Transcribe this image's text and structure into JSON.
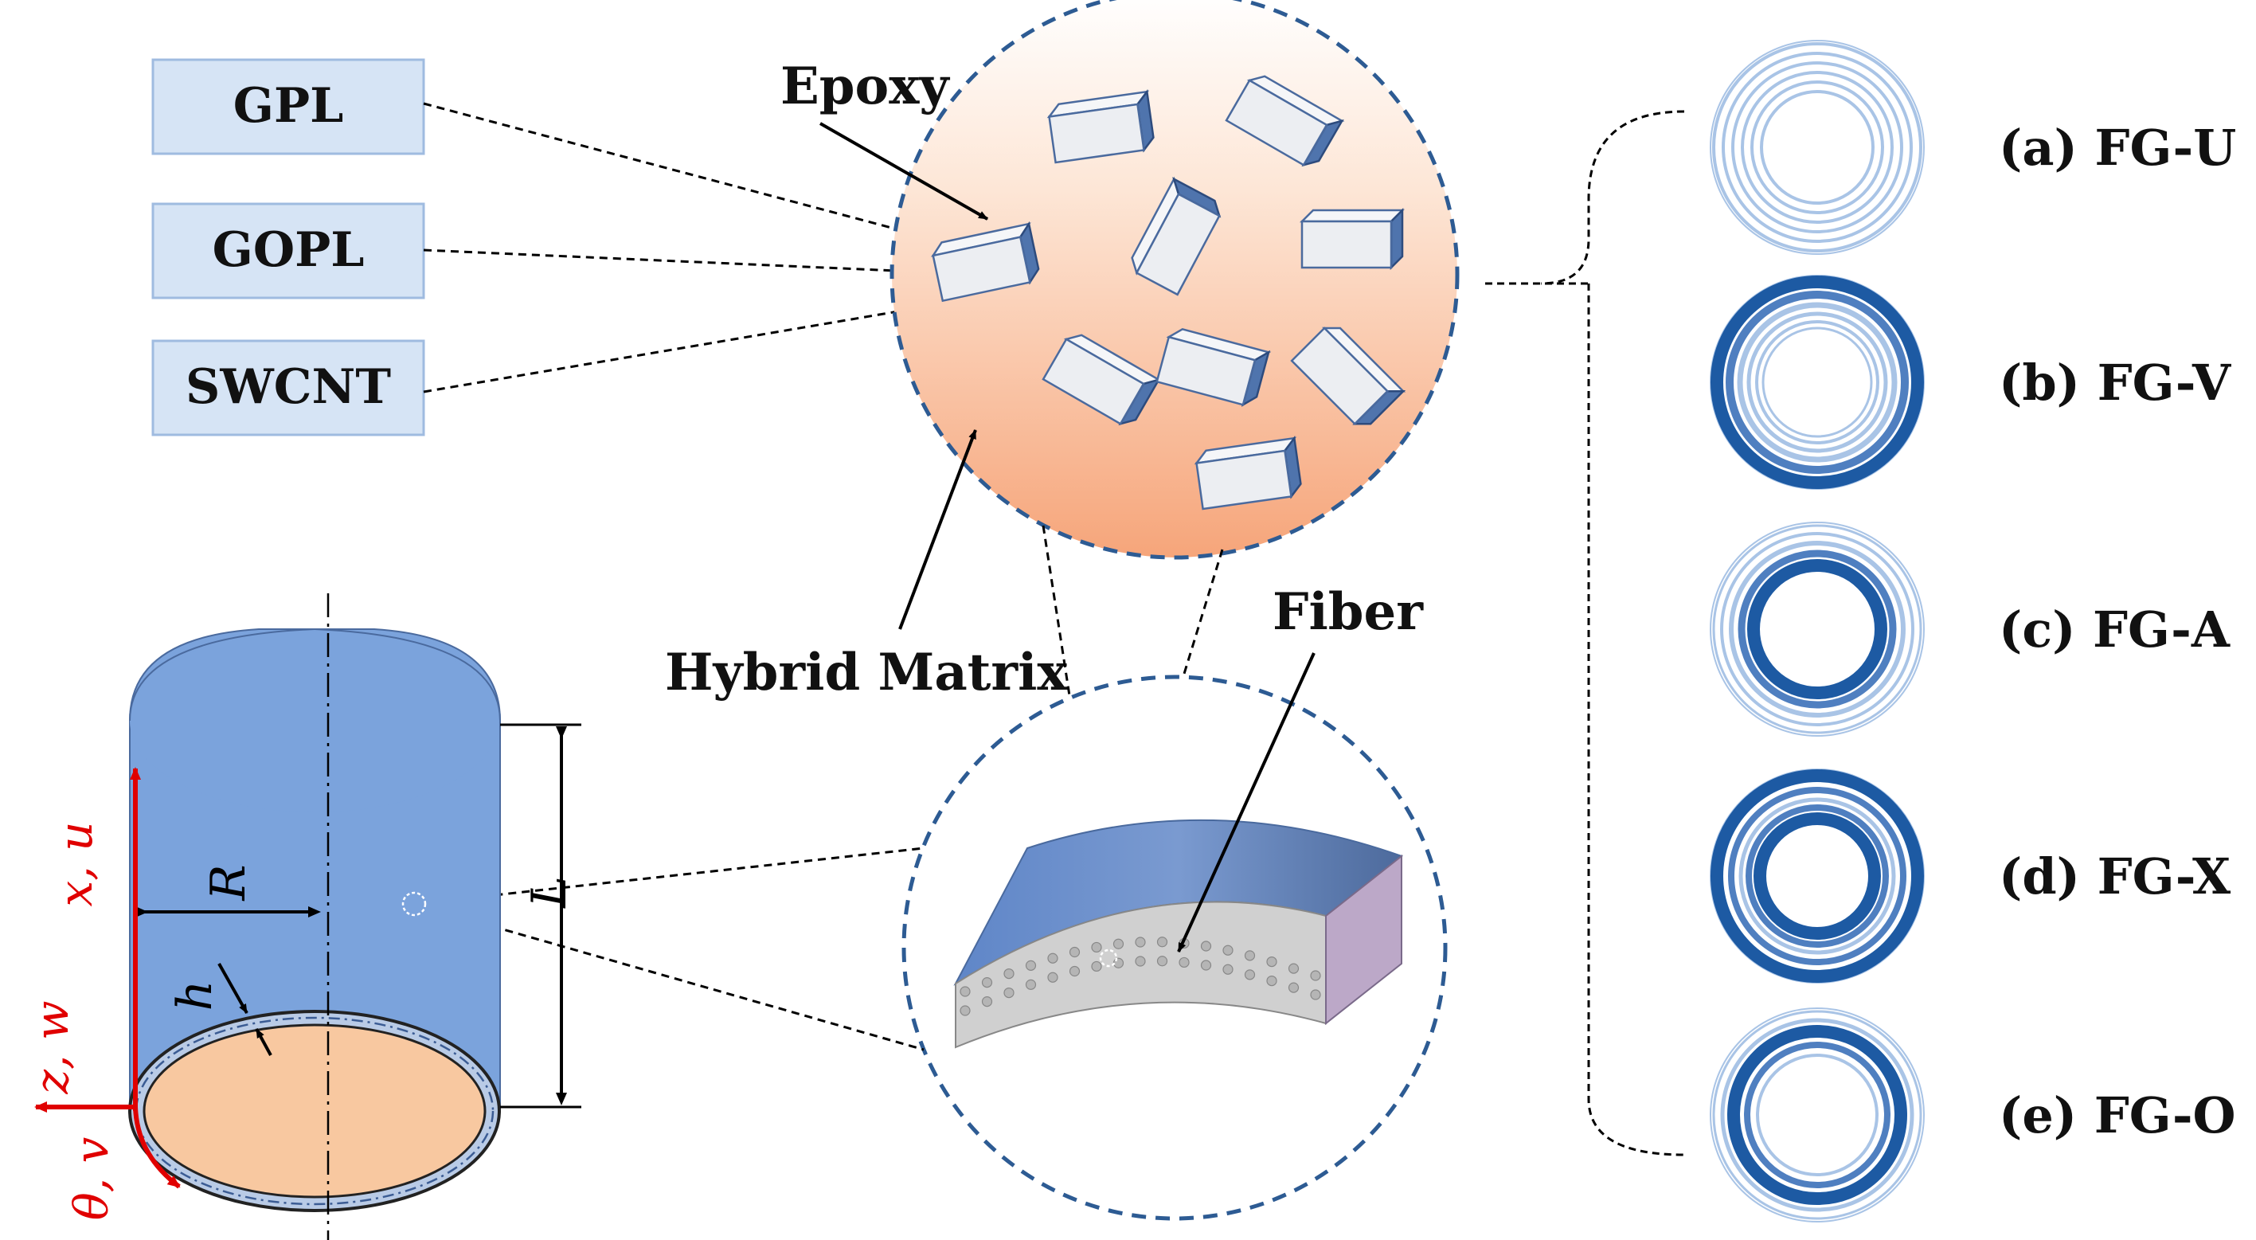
{
  "materials": {
    "gpl": "GPL",
    "gopl": "GOPL",
    "swcnt": "SWCNT"
  },
  "labels": {
    "epoxy": "Epoxy",
    "hybrid_matrix": "Hybrid Matrix",
    "fiber": "Fiber"
  },
  "cylinder": {
    "x_axis": "x, u",
    "z_axis": "z, w",
    "theta_axis": "θ, v",
    "radius": "R",
    "thickness": "h",
    "length": "L"
  },
  "distributions": [
    {
      "label": "(a) FG-U"
    },
    {
      "label": "(b) FG-V"
    },
    {
      "label": "(c) FG-A"
    },
    {
      "label": "(d) FG-X"
    },
    {
      "label": "(e) FG-O"
    }
  ],
  "colors": {
    "box_fill": "#d6e4f5",
    "box_stroke": "#9fbbe0",
    "cylinder_blue": "#7ba3dc",
    "inner_peach": "#f8c8a0",
    "circle_dash": "#2d5b93",
    "ring_dark": "#1d5aa3",
    "ring_light": "#a9c4e6",
    "axis_red": "#e00000"
  }
}
